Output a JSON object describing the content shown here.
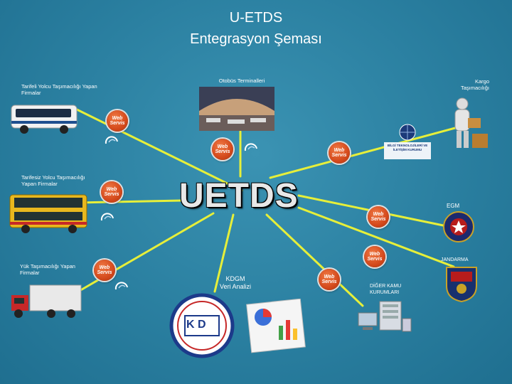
{
  "title": {
    "line1": "U-ETDS",
    "line2": "Entegrasyon Şeması"
  },
  "center_label": "UETDS",
  "web_service_label": "Web Servis",
  "nodes": {
    "tarifeli": "Tarifeli Yolcu Taşımacılığı Yapan Firmalar",
    "tarifesiz": "Tarifesiz Yolcu Taşımacılığı Yapan Firmalar",
    "yuk": "Yük Taşımacılığı Yapan Firmalar",
    "otobus": "Otobüs Terminalleri",
    "kargo": "Kargo Taşımacılığı",
    "btk_caption": "BİLGİ TEKNOLOJİLERİ VE İLETİŞİM KURUMU",
    "egm": "EGM",
    "jandarma": "JANDARMA",
    "diger": "DİĞER KAMU KURUMLARI",
    "kdgm_line1": "KDGM",
    "kdgm_line2": "Veri Analizi",
    "kd_badge": "K D"
  },
  "colors": {
    "background": "#2a7fa0",
    "connector": "#e6ef3a",
    "web_service": "#d4491c"
  },
  "icons": [
    "web-service-icon",
    "e-government-icon",
    "bus-image",
    "double-decker-bus-image",
    "truck-image",
    "terminal-image",
    "courier-image",
    "btk-logo",
    "egm-logo",
    "jandarma-logo",
    "kdgm-logo",
    "report-image",
    "public-institutions-image"
  ]
}
